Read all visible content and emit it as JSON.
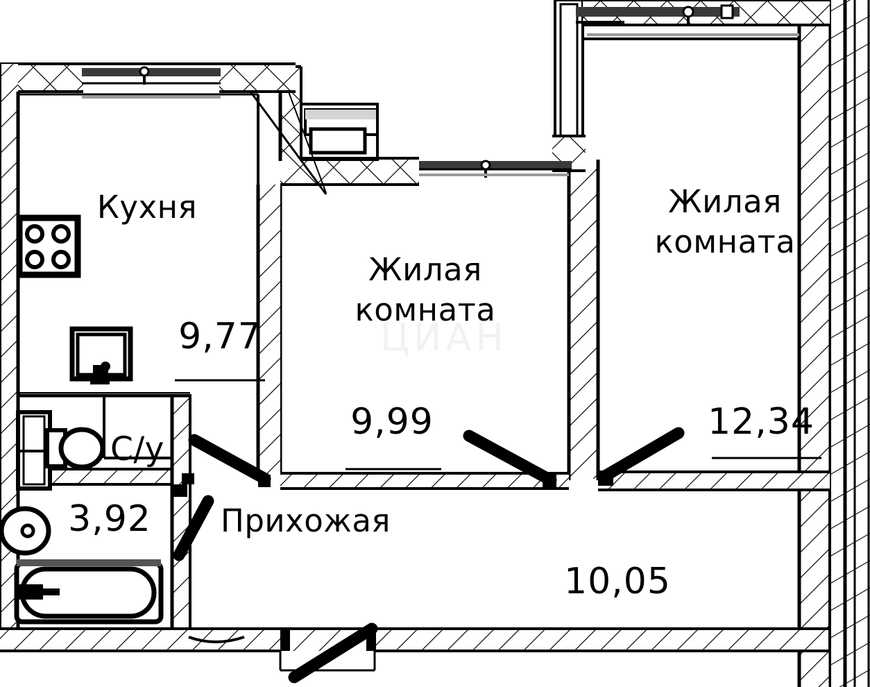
{
  "plan": {
    "type": "apartment-floor-plan",
    "units": "m2",
    "decimal_separator": ",",
    "line_color": "#000000",
    "background_color": "#ffffff",
    "wall_hatch_color": "#000000"
  },
  "rooms": [
    {
      "key": "kitchen",
      "name": "Кухня",
      "name_lines": [
        "Кухня"
      ],
      "area": "9,77",
      "has_area_rule": true,
      "fixtures": [
        "stove-4-burner-icon",
        "kitchen-sink-icon",
        "window"
      ]
    },
    {
      "key": "bathroom",
      "name": "С/у",
      "name_lines": [
        "С/у"
      ],
      "area": "3,92",
      "has_area_rule": false,
      "fixtures": [
        "toilet-icon",
        "washbasin-icon",
        "bathtub-icon",
        "water-heater-icon"
      ]
    },
    {
      "key": "living_room_center",
      "name": "Жилая комната",
      "name_lines": [
        "Жилая",
        "комната"
      ],
      "area": "9,99",
      "has_area_rule": true,
      "fixtures": [
        "door-swing",
        "window",
        "balcony-access"
      ]
    },
    {
      "key": "living_room_right",
      "name": "Жилая комната",
      "name_lines": [
        "Жилая",
        "комната"
      ],
      "area": "12,34",
      "has_area_rule": true,
      "fixtures": [
        "door-swing",
        "window",
        "balcony-access"
      ]
    },
    {
      "key": "hallway",
      "name": "Прихожая",
      "name_lines": [
        "Прихожая"
      ],
      "area": "10,05",
      "has_area_rule": false,
      "fixtures": [
        "entrance-door",
        "door-swing"
      ]
    }
  ],
  "watermark": {
    "text": "ЦИАН"
  }
}
